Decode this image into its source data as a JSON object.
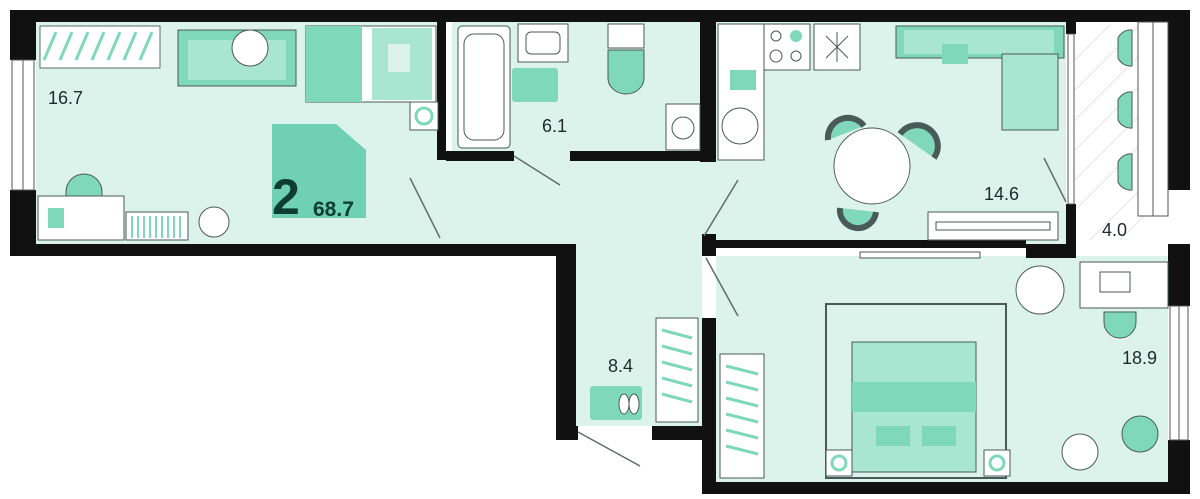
{
  "plan": {
    "rooms_label": "2",
    "total_area": "68.7",
    "rooms": [
      {
        "id": "room-living-left",
        "area": "16.7"
      },
      {
        "id": "room-bathroom",
        "area": "6.1"
      },
      {
        "id": "room-kitchen",
        "area": "14.6"
      },
      {
        "id": "room-balcony",
        "area": "4.0"
      },
      {
        "id": "room-hallway",
        "area": "8.4"
      },
      {
        "id": "room-bedroom",
        "area": "18.9"
      }
    ]
  },
  "colors": {
    "floor": "#dcf3eb",
    "wall": "#111111",
    "furniture": "#7fd8ba",
    "furniture_light": "#a9e6d1",
    "badge": "#6fd1b1",
    "balcony_floor": "#ffffff",
    "outline": "#4a5a57"
  },
  "icons": [
    "sofa-icon",
    "bed-icon",
    "bathtub-icon",
    "toilet-icon",
    "washing-machine-icon",
    "stove-icon",
    "dining-table-icon",
    "wardrobe-icon",
    "desk-icon",
    "plant-icon",
    "door-icon",
    "window-icon"
  ]
}
